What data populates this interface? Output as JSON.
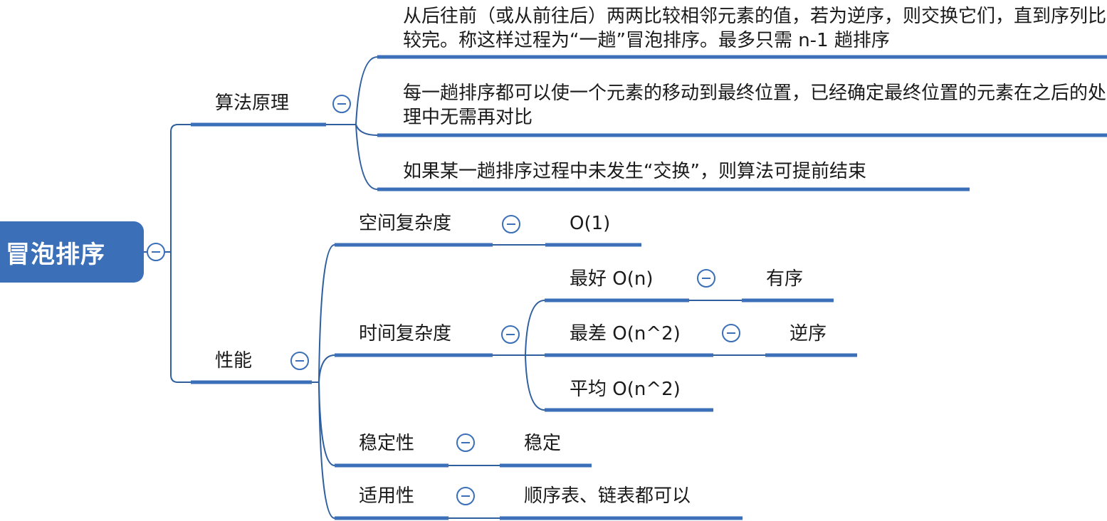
{
  "root": {
    "label": "冒泡排序"
  },
  "principle": {
    "label": "算法原理",
    "items": [
      "从后往前（或从前往后）两两比较相邻元素的值，若为逆序，则交换它们，直到序列比较完。称这样过程为“一趟”冒泡排序。最多只需 n-1 趟排序",
      "每一趟排序都可以使一个元素的移动到最终位置，已经确定最终位置的元素在之后的处理中无需再对比",
      "如果某一趟排序过程中未发生“交换”，则算法可提前结束"
    ]
  },
  "performance": {
    "label": "性能",
    "space": {
      "label": "空间复杂度",
      "value": "O(1)"
    },
    "time": {
      "label": "时间复杂度",
      "best": {
        "label": "最好 O(n)",
        "value": "有序"
      },
      "worst": {
        "label": "最差 O(n^2)",
        "value": "逆序"
      },
      "average": {
        "label": "平均 O(n^2)"
      }
    },
    "stability": {
      "label": "稳定性",
      "value": "稳定"
    },
    "applicability": {
      "label": "适用性",
      "value": "顺序表、链表都可以"
    }
  },
  "colors": {
    "accent": "#3b6fb8",
    "line": "#2f5f9f",
    "text": "#1a1a1a"
  }
}
